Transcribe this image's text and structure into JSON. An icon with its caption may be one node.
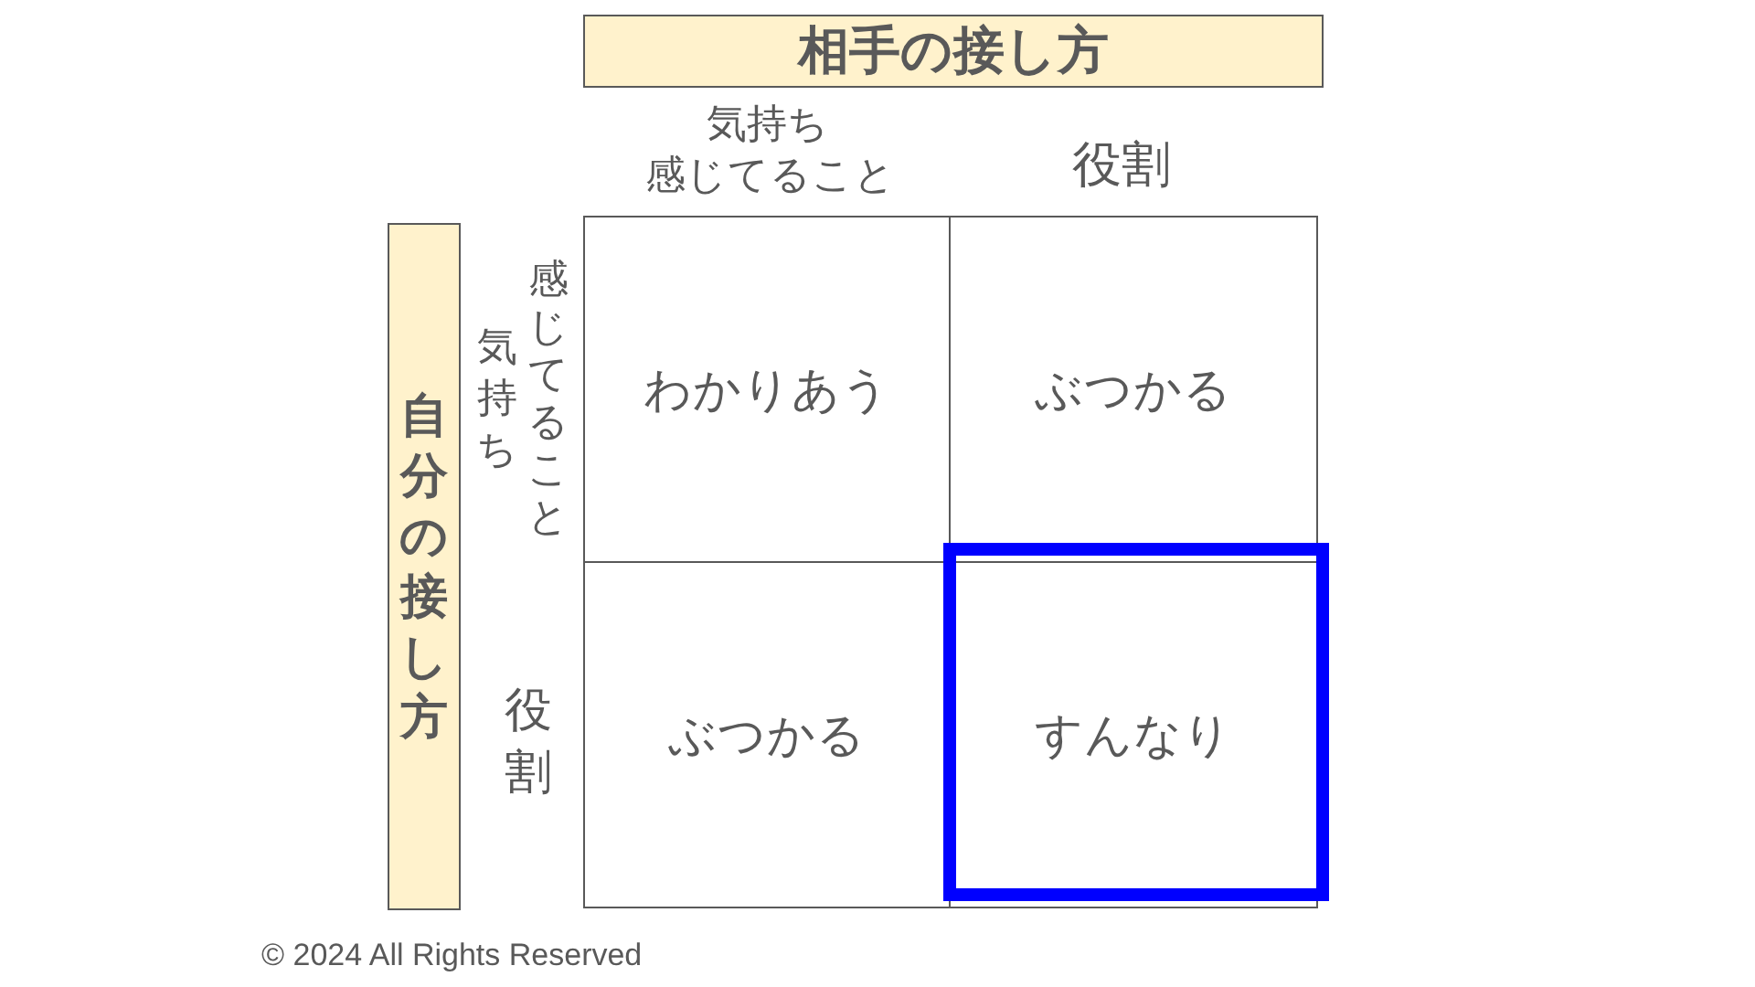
{
  "diagram": {
    "nodes": [
      {
        "text": [
          "相手の接し方"
        ]
      },
      {
        "text": [
          "自分の接し方"
        ]
      },
      {
        "text": [
          "わかりあう"
        ]
      },
      {
        "text": [
          "ぶつかる"
        ]
      },
      {
        "text": [
          "ぶつかる"
        ]
      },
      {
        "text": [
          "すんなり"
        ]
      },
      {
        "text": [],
        "shape": "box"
      }
    ],
    "labels": [
      "気持ち",
      "感じてること",
      "役割",
      "感じてること",
      "気持ち",
      "役割",
      "© 2024 All Rights Reserved"
    ]
  }
}
